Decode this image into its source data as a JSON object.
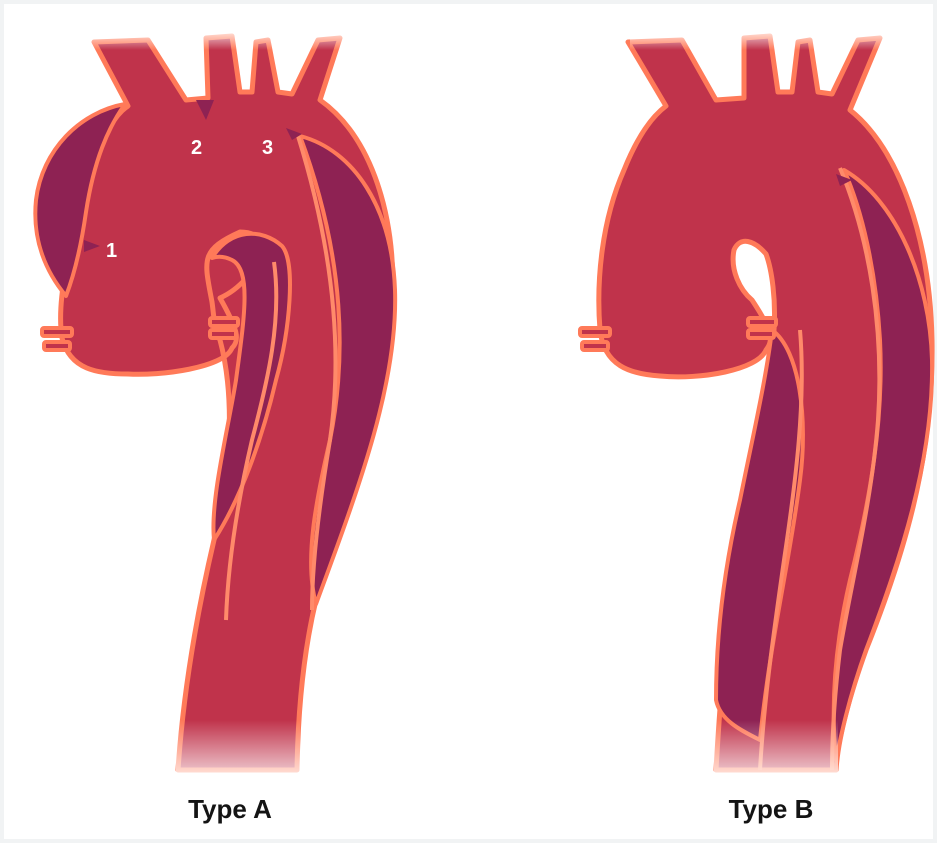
{
  "figure": {
    "type_a_caption": "Type A",
    "type_b_caption": "Type B",
    "markers": {
      "m1": "1",
      "m2": "2",
      "m3": "3"
    }
  },
  "colors": {
    "background": "#ffffff",
    "outer_background": "#f1f3f4",
    "true_lumen": "#c0334b",
    "false_lumen": "#8e2253",
    "vessel_wall": "#ff7a59",
    "intimal_flap": "#ff8a6a",
    "marker_text": "#ffffff",
    "caption_text": "#141414"
  }
}
